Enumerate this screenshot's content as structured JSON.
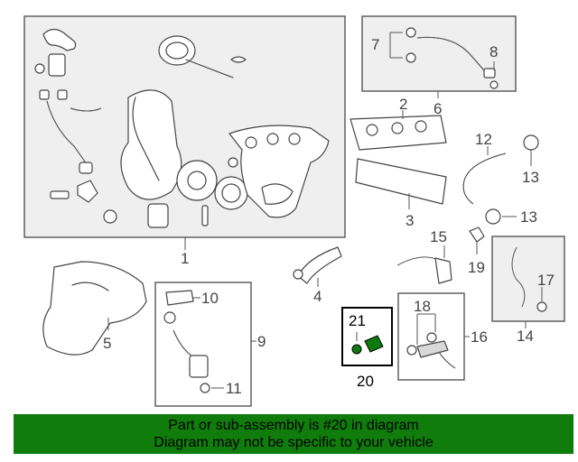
{
  "callouts": {
    "c1": "1",
    "c2": "2",
    "c3": "3",
    "c4": "4",
    "c5": "5",
    "c6": "6",
    "c7": "7",
    "c8": "8",
    "c9": "9",
    "c10": "10",
    "c11": "11",
    "c12": "12",
    "c13a": "13",
    "c13b": "13",
    "c14": "14",
    "c15": "15",
    "c16": "16",
    "c17": "17",
    "c18": "18",
    "c19": "19",
    "c20": "20",
    "c21": "21"
  },
  "banner": {
    "line1": "Part or sub-assembly is #20 in diagram",
    "line2": "Diagram may not be specific to your vehicle"
  },
  "colors": {
    "banner_bg": "#107c0c",
    "highlight_part": "#0c7a0c"
  }
}
